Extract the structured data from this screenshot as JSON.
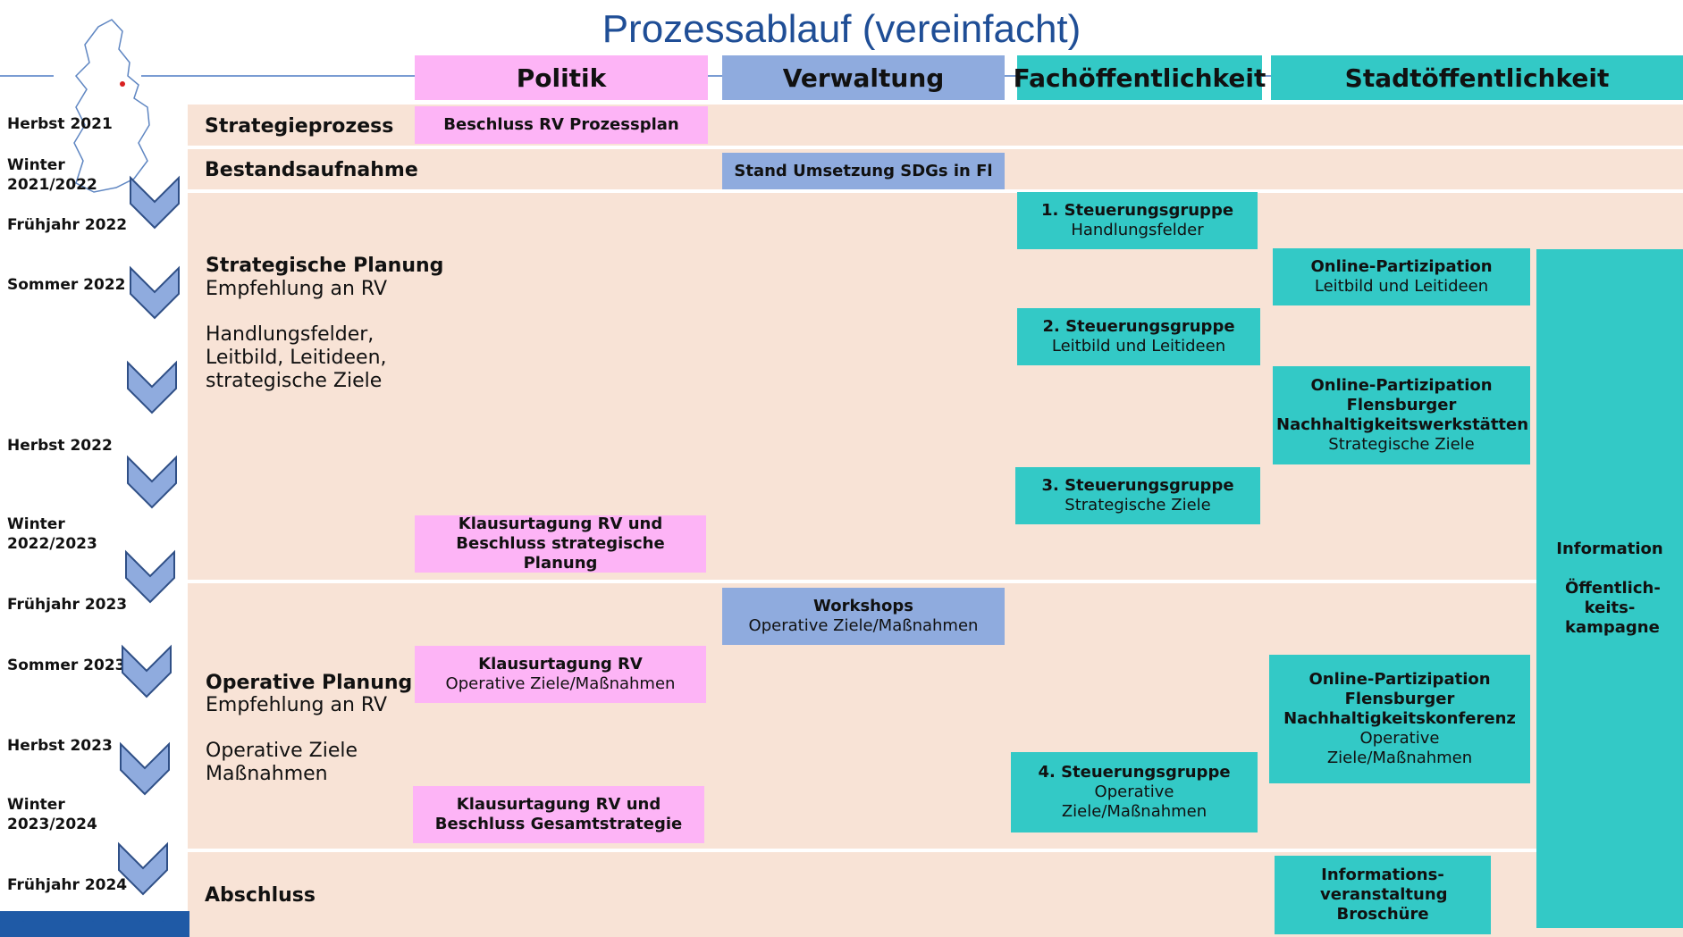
{
  "title": "Prozessablauf (vereinfacht)",
  "columns": [
    "Politik",
    "Verwaltung",
    "Fachöffentlichkeit",
    "Stadtöffentlichkeit"
  ],
  "timeline": [
    "Herbst 2021",
    "Winter 2021/2022",
    "Frühjahr 2022",
    "Sommer 2022",
    "Herbst 2022",
    "Winter 2022/2023",
    "Frühjahr 2023",
    "Sommer 2023",
    "Herbst 2023",
    "Winter 2023/2024",
    "Frühjahr 2024"
  ],
  "phases": {
    "strategieprozess": "Strategieprozess",
    "bestandsaufnahme": "Bestandsaufnahme",
    "strategische_title": "Strategische Planung",
    "strategische_sub": "Empfehlung an RV",
    "strategische_detail": "Handlungsfelder, Leitbild, Leitideen, strategische Ziele",
    "operative_title": "Operative Planung",
    "operative_sub": "Empfehlung an RV",
    "operative_detail": "Operative Ziele Maßnahmen",
    "abschluss": "Abschluss"
  },
  "boxes": {
    "beschluss_prozessplan": "Beschluss RV Prozessplan",
    "stand_sdgs": "Stand Umsetzung SDGs in Fl",
    "sg1_title": "1. Steuerungsgruppe",
    "sg1_sub": "Handlungsfelder",
    "op1_title": "Online-Partizipation",
    "op1_sub": "Leitbild und Leitideen",
    "sg2_title": "2. Steuerungsgruppe",
    "sg2_sub": "Leitbild und Leitideen",
    "op2_title": "Online-Partizipation Flensburger Nachhaltigkeitswerkstätten",
    "op2_sub": "Strategische Ziele",
    "sg3_title": "3. Steuerungsgruppe",
    "sg3_sub": "Strategische Ziele",
    "klausur1": "Klausurtagung RV und Beschluss strategische Planung",
    "workshops_title": "Workshops",
    "workshops_sub": "Operative Ziele/Maßnahmen",
    "klausur2_title": "Klausurtagung RV",
    "klausur2_sub": "Operative Ziele/Maßnahmen",
    "op3_title": "Online-Partizipation Flensburger Nachhaltigkeitskonferenz",
    "op3_sub": "Operative Ziele/Maßnahmen",
    "sg4_title": "4. Steuerungsgruppe",
    "sg4_sub": "Operative Ziele/Maßnahmen",
    "klausur3": "Klausurtagung RV und Beschluss Gesamtstrategie",
    "info_veranst": "Informations-veranstaltung Broschüre",
    "info_title": "Information",
    "info_sub": "Öffentlich-keits-kampagne"
  },
  "colors": {
    "politik": "#fdb4f6",
    "verwaltung": "#8fabde",
    "fach": "#33c9c6",
    "band": "#f8e3d6",
    "title": "#1f4e96"
  }
}
